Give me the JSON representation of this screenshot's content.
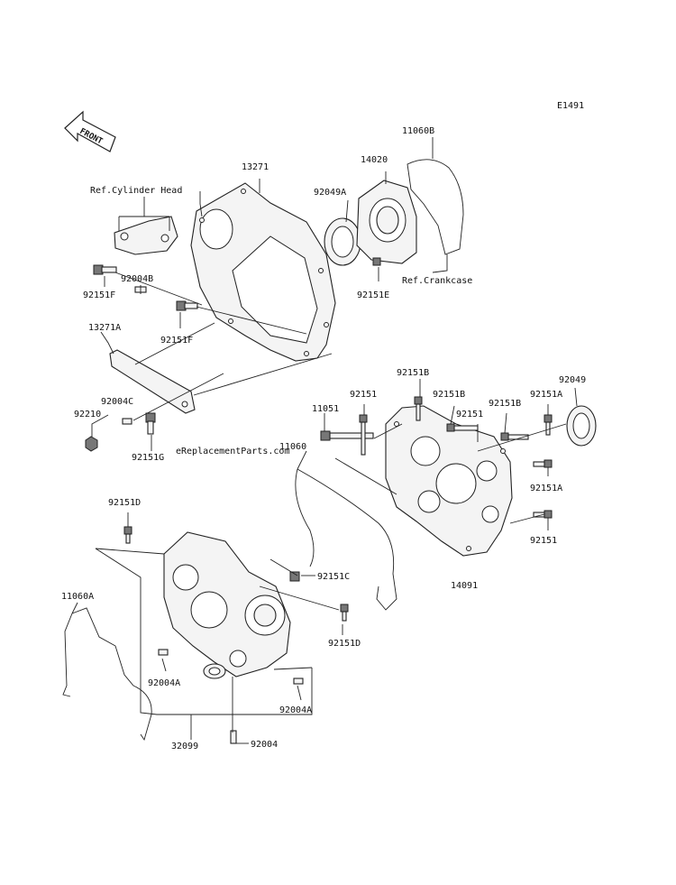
{
  "diagram_id": "E1491",
  "front_label": "FRONT",
  "watermark": "eReplacementParts.com",
  "references": {
    "cylinder_head": "Ref.Cylinder Head",
    "crankcase": "Ref.Crankcase"
  },
  "callouts": {
    "p11060B": "11060B",
    "p14020": "14020",
    "p13271": "13271",
    "p92049A": "92049A",
    "p92004B": "92004B",
    "p92151F_a": "92151F",
    "p92151E": "92151E",
    "p13271A": "13271A",
    "p92151F_b": "92151F",
    "p92151B_a": "92151B",
    "p92049": "92049",
    "p92151_a": "92151",
    "p92151B_b": "92151B",
    "p92151B_c": "92151B",
    "p92151A_a": "92151A",
    "p92004C": "92004C",
    "p11051": "11051",
    "p92151_b": "92151",
    "p92210": "92210",
    "p92151G": "92151G",
    "p11060": "11060",
    "p92151A_b": "92151A",
    "p92151D_a": "92151D",
    "p92151_c": "92151",
    "p92151C": "92151C",
    "p14091": "14091",
    "p11060A": "11060A",
    "p92151D_b": "92151D",
    "p92004A_a": "92004A",
    "p92004A_b": "92004A",
    "p32099": "32099",
    "p92004": "92004"
  }
}
